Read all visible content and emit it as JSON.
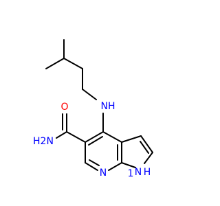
{
  "molecule": {
    "colors": {
      "carbon_bond": "#000000",
      "nitrogen": "#0000ff",
      "oxygen": "#ff0000",
      "background": "#ffffff"
    },
    "labels": {
      "amine_nh": "NH",
      "amide_oxygen": "O",
      "amide_nh2": "H2N",
      "pyridine_n": "N",
      "pyrrole_nh_n": "N",
      "pyrrole_nh_h": "H"
    }
  }
}
